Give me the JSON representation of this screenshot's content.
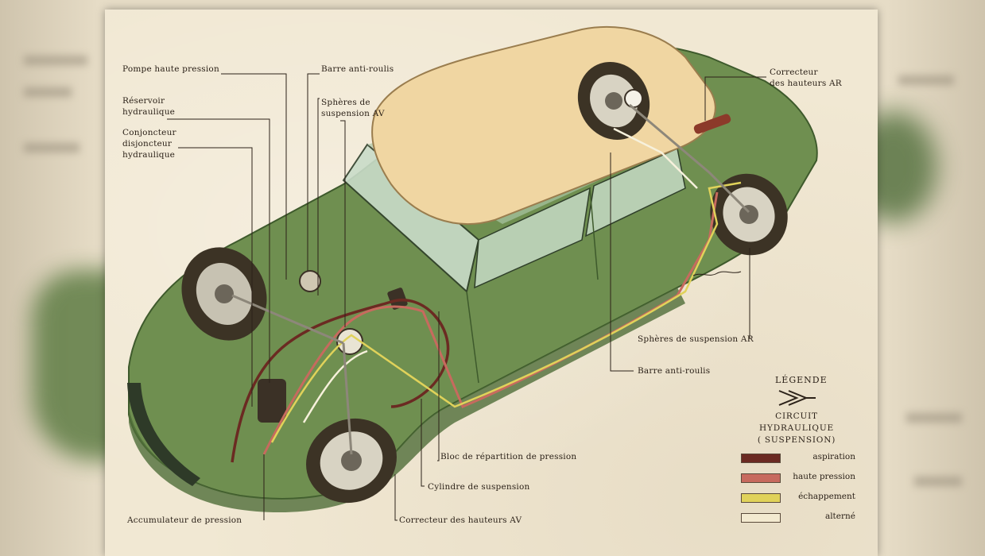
{
  "labels": {
    "pompe": "Pompe haute pression",
    "reservoir": "Réservoir\nhydraulique",
    "conjoncteur": "Conjoncteur\ndisjoncteur\nhydraulique",
    "barre_av": "Barre anti-roulis",
    "spheres_av": "Sphères de\nsuspension AV",
    "correcteur_ar": "Correcteur\ndes hauteurs AR",
    "spheres_ar": "Sphères de suspension AR",
    "barre_ar": "Barre anti-roulis",
    "bloc": "Bloc de répartition de pression",
    "cylindre": "Cylindre de suspension",
    "correcteur_av": "Correcteur des hauteurs AV",
    "accumulateur": "Accumulateur de pression"
  },
  "legend": {
    "title": "LÉGENDE",
    "subtitle": "CIRCUIT HYDRAULIQUE\n( SUSPENSION)",
    "items": [
      {
        "label": "aspiration",
        "color": "#6b2a22"
      },
      {
        "label": "haute pression",
        "color": "#c76a5e"
      },
      {
        "label": "échappement",
        "color": "#e0d25a"
      },
      {
        "label": "alterné",
        "color": "#f3ead0"
      }
    ]
  },
  "colors": {
    "car_green": "#6f8f50",
    "roof": "#f0d6a2",
    "paper": "#f1e8d3"
  }
}
